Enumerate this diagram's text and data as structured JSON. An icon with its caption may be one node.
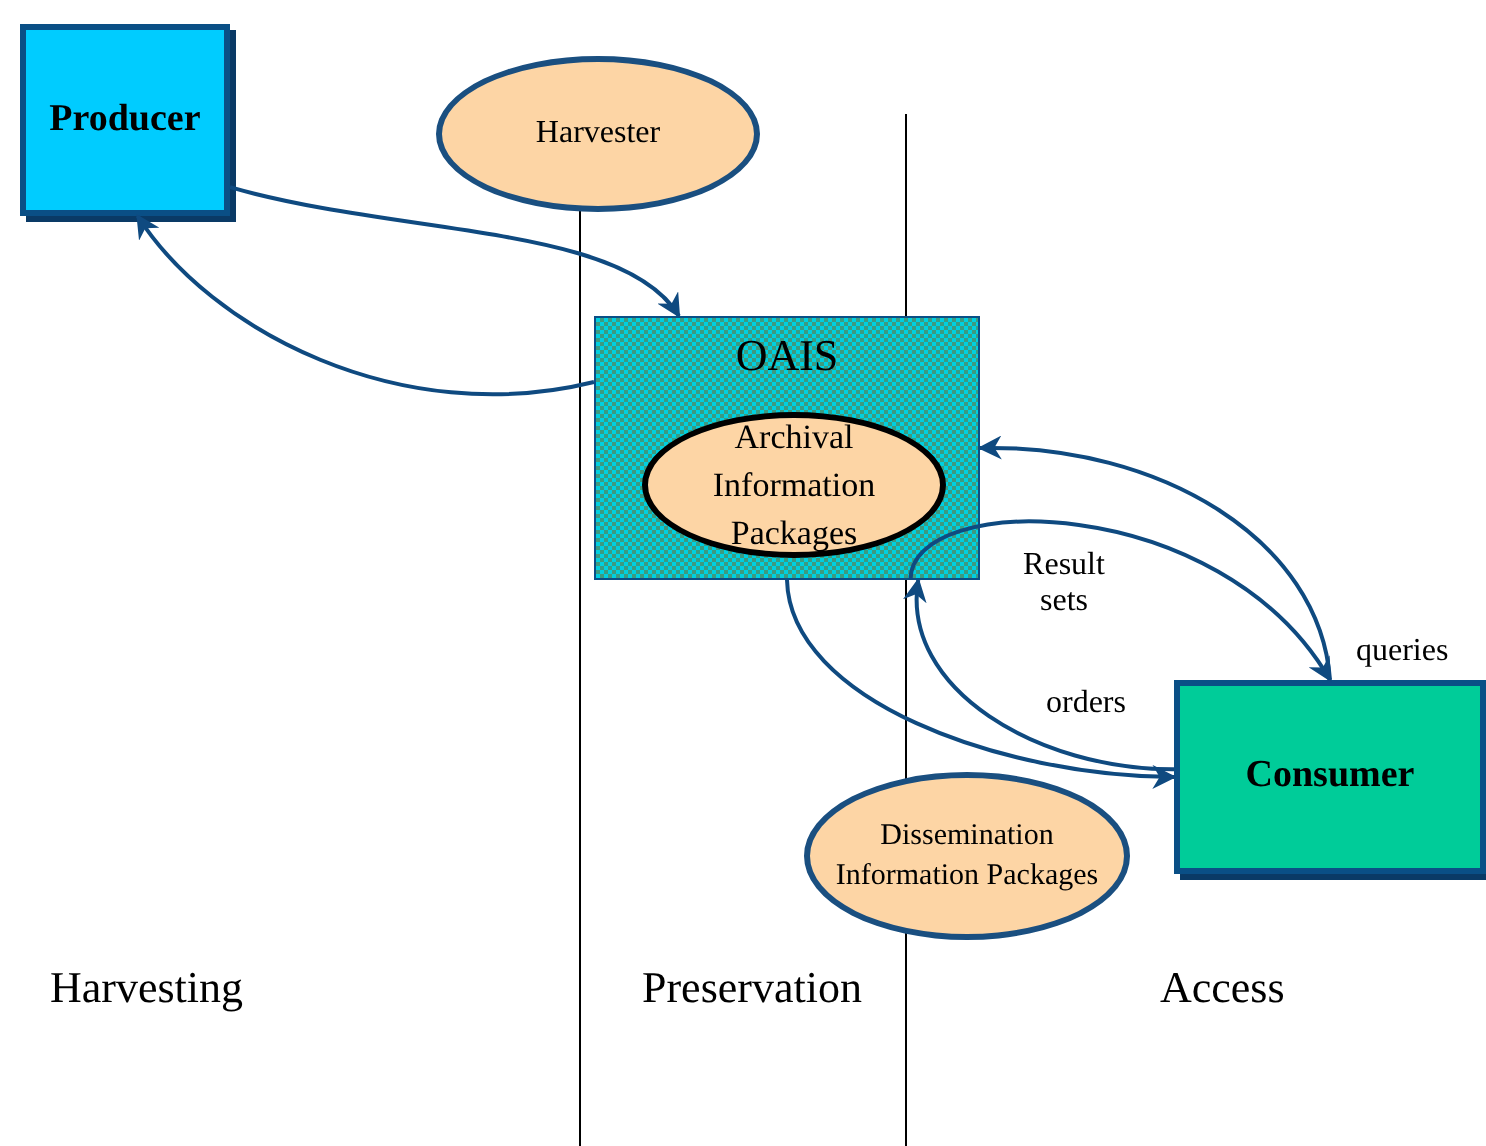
{
  "diagram": {
    "nodes": [
      {
        "text": [
          "Producer"
        ]
      },
      {
        "text": [
          "Harvester"
        ]
      },
      {
        "text": [
          "OAIS"
        ]
      },
      {
        "text": [
          "Archival Information Packages"
        ],
        "in": 2
      },
      {
        "text": [
          "Consumer"
        ]
      },
      {
        "text": [
          "Dissemination Information Packages"
        ]
      }
    ],
    "edges": [
      {
        "from": 0,
        "to": 2,
        "arrow": "to"
      },
      {
        "from": 2,
        "to": 0,
        "arrow": "to"
      },
      {
        "from": 4,
        "to": 2,
        "arrow": "to",
        "label": "queries"
      },
      {
        "from": 2,
        "to": 4,
        "arrow": "to",
        "label": "Result sets"
      },
      {
        "from": 4,
        "to": 2,
        "arrow": "to",
        "label": "orders"
      },
      {
        "from": 2,
        "to": 4,
        "arrow": "to"
      }
    ],
    "labels": [
      "Harvesting",
      "Preservation",
      "Access"
    ]
  }
}
